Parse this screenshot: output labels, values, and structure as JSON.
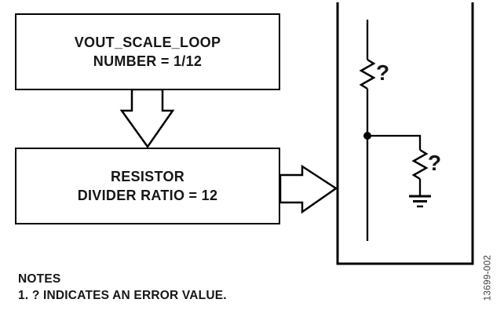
{
  "colors": {
    "line": "#000000",
    "text": "#161616",
    "figure_number_text": "#3c3c3c",
    "background": "#ffffff"
  },
  "flow": {
    "vout_box": {
      "line1": "VOUT_SCALE_LOOP",
      "line2": "NUMBER = 1/12"
    },
    "divider_box": {
      "line1": "RESISTOR",
      "line2": "DIVIDER RATIO = 12"
    }
  },
  "circuit": {
    "top_resistor_label": "?",
    "bottom_resistor_label": "?"
  },
  "notes": {
    "heading": "NOTES",
    "items": [
      "1. ? INDICATES AN ERROR VALUE."
    ]
  },
  "figure_number": "13699-002"
}
